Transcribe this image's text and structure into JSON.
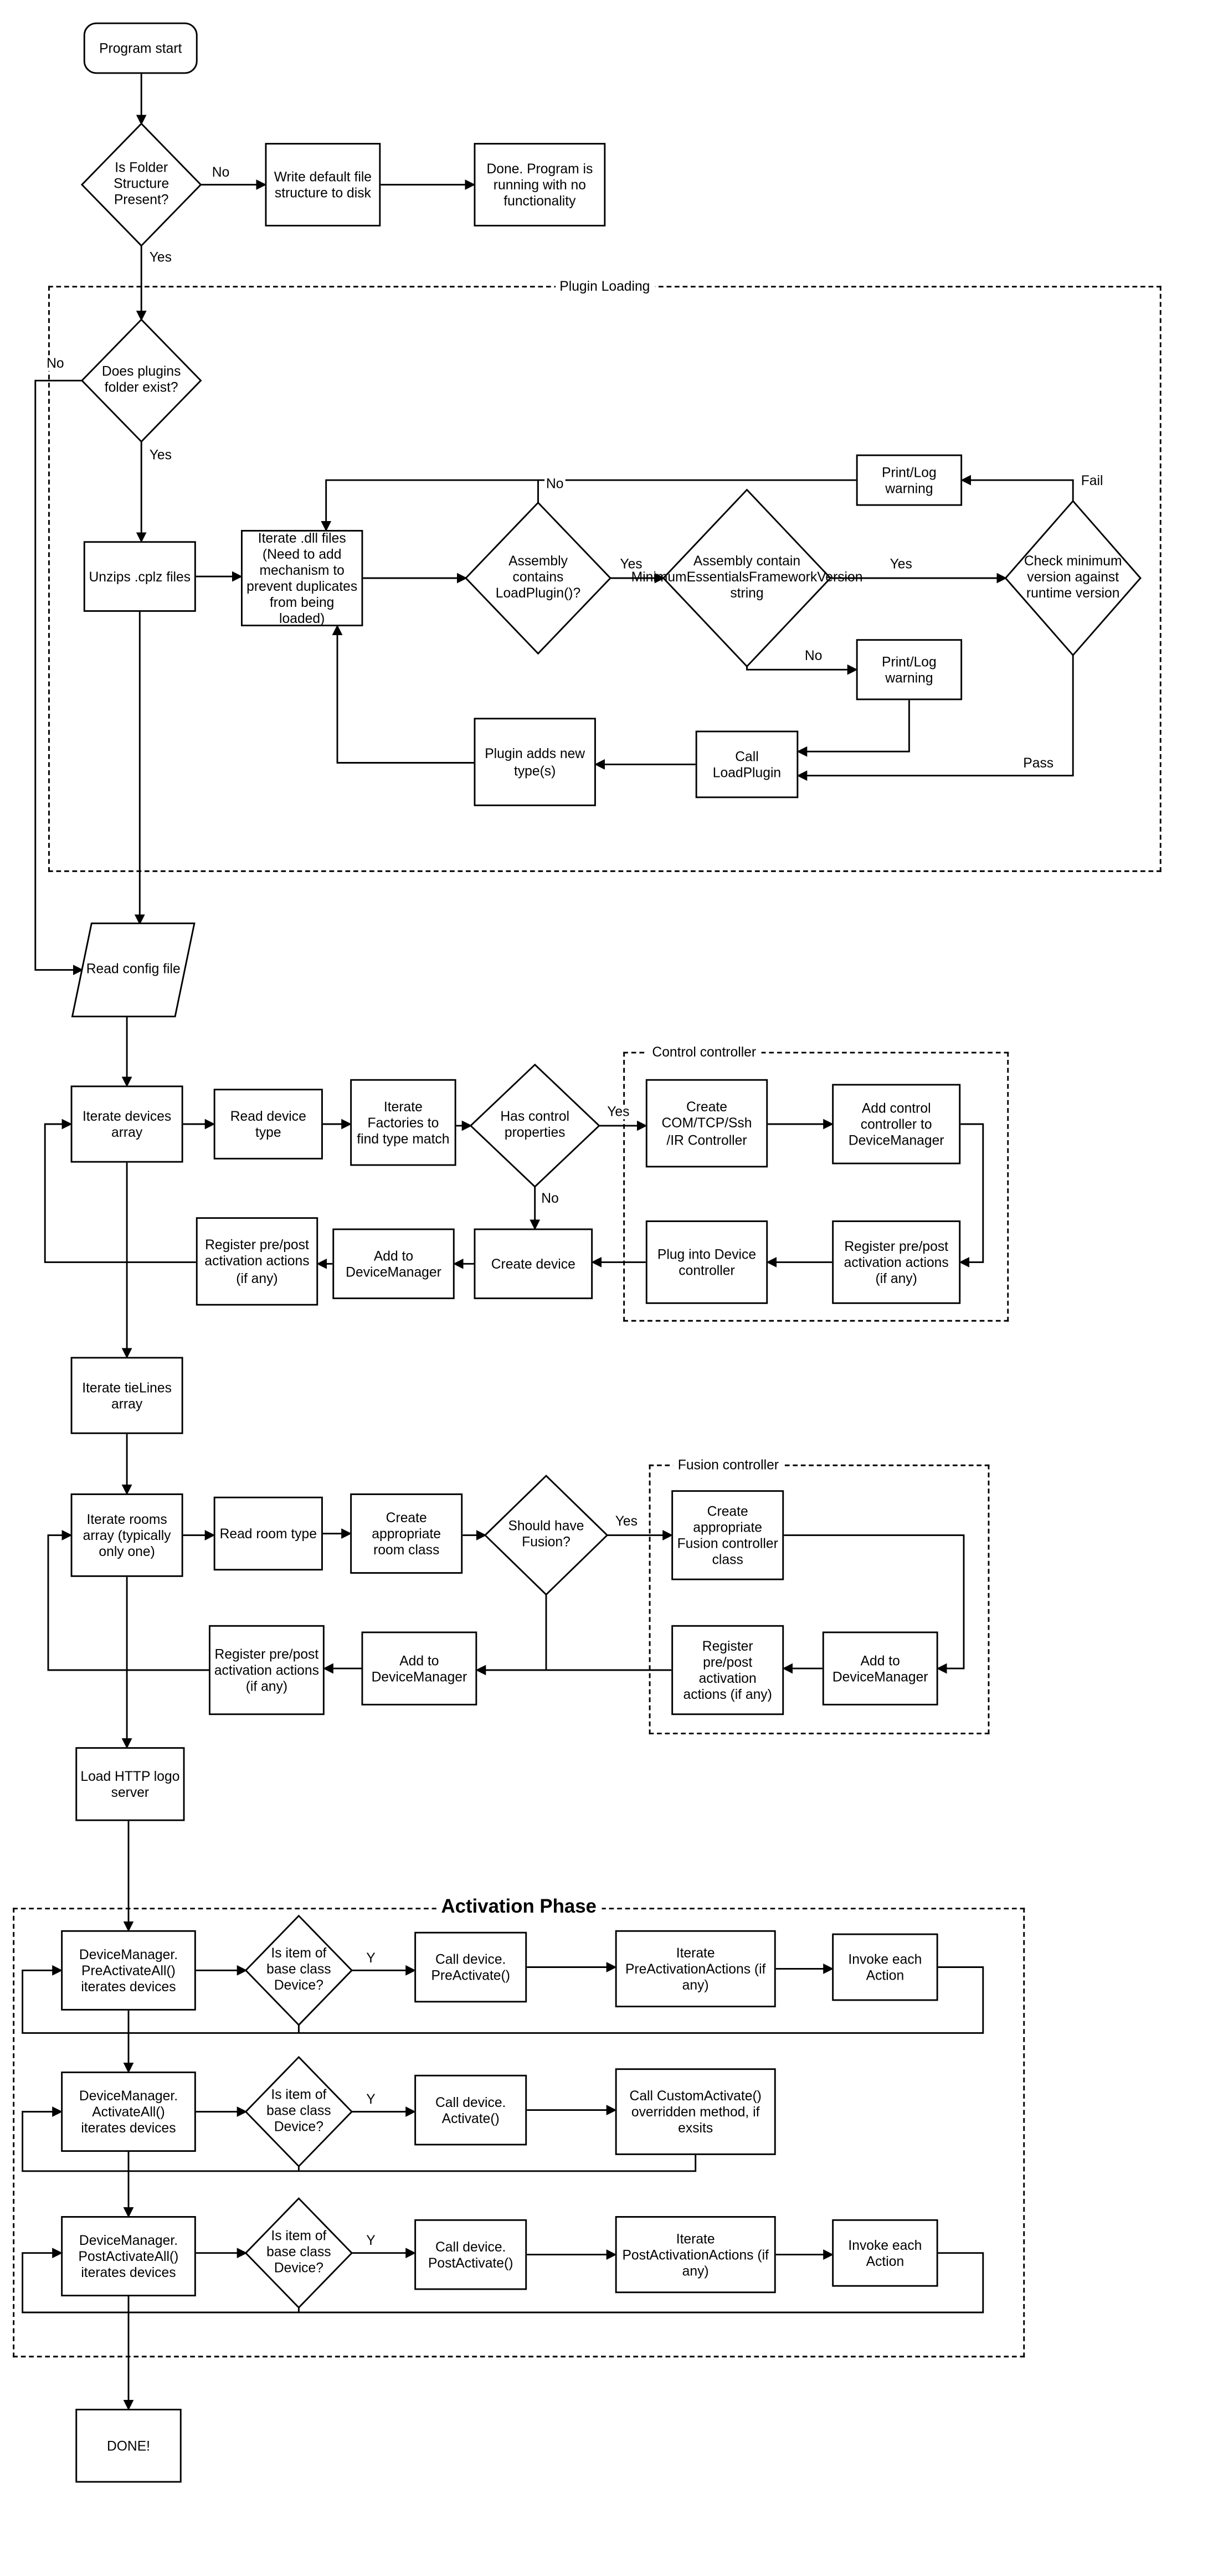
{
  "groups": {
    "plugin_loading": "Plugin Loading",
    "control_controller": "Control controller",
    "fusion_controller": "Fusion controller",
    "activation_phase": "Activation Phase"
  },
  "edge_labels": {
    "yes": "Yes",
    "no": "No",
    "fail": "Fail",
    "pass": "Pass",
    "y": "Y"
  },
  "nodes": {
    "program_start": "Program start",
    "is_folder_structure_present": "Is Folder Structure Present?",
    "write_default_structure": "Write default file structure to disk",
    "done_no_functionality": "Done.  Program is running with no functionality",
    "does_plugins_folder_exist": "Does plugins folder exist?",
    "unzips_cplz_files": "Unzips .cplz files",
    "iterate_dll_files": "Iterate .dll files (Need to add mechanism to prevent duplicates from being loaded)",
    "assembly_contains_loadplugin": "Assembly contains LoadPlugin()?",
    "assembly_contains_version_string": "Assembly contain MinimumEssentialsFrameworkVersion string",
    "check_minimum_version": "Check minimum version against runtime version",
    "print_log_warning": "Print/Log warning",
    "call_loadplugin": "Call LoadPlugin",
    "plugin_adds_new_types": "Plugin adds new type(s)",
    "read_config_file": "Read config file",
    "iterate_devices_array": "Iterate devices array",
    "read_device_type": "Read device type",
    "iterate_factories": "Iterate Factories to find type match",
    "has_control_properties": "Has control properties",
    "create_com_tcp_ssh_ir": "Create\nCOM/TCP/Ssh\n/IR Controller",
    "add_control_controller": "Add control controller to DeviceManager",
    "register_prepost_actions": "Register pre/post activation actions (if any)",
    "plug_into_device_controller": "Plug into Device controller",
    "create_device": "Create device",
    "add_to_devicemanager": "Add to DeviceManager",
    "iterate_tielines_array": "Iterate tieLines array",
    "iterate_rooms_array": "Iterate rooms array (typically only one)",
    "read_room_type": "Read room type",
    "create_room_class": "Create appropriate room class",
    "should_have_fusion": "Should have Fusion?",
    "create_fusion_controller": "Create appropriate Fusion controller class",
    "load_http_logo_server": "Load HTTP logo server",
    "preactivateall": "DeviceManager.\nPreActivateAll()\niterates devices",
    "activateall": "DeviceManager.\nActivateAll()\niterates devices",
    "postactivateall": "DeviceManager.\nPostActivateAll()\niterates devices",
    "is_item_base_device": "Is item of base class Device?",
    "call_device_preactivate": "Call device.\nPreActivate()",
    "call_device_activate": "Call device.\nActivate()",
    "call_device_postactivate": "Call device.\nPostActivate()",
    "iterate_preactivationactions": "Iterate PreActivationActions (if any)",
    "iterate_postactivationactions": "Iterate PostActivationActions (if any)",
    "invoke_each_action": "Invoke each Action",
    "call_customactivate": "Call CustomActivate() overridden method, if exsits",
    "done": "DONE!"
  }
}
